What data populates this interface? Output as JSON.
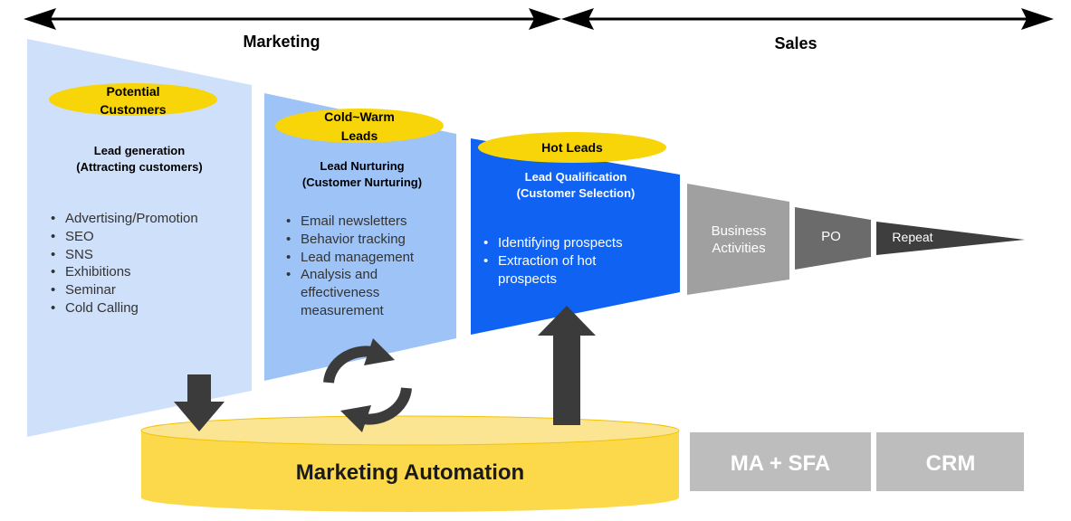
{
  "header": {
    "marketing_label": "Marketing",
    "sales_label": "Sales"
  },
  "stages": {
    "potential": {
      "oval_line1": "Potential",
      "oval_line2": "Customers",
      "title_line1": "Lead generation",
      "title_line2": "(Attracting customers)",
      "items": [
        "Advertising/Promotion",
        "SEO",
        "SNS",
        "Exhibitions",
        "Seminar",
        "Cold Calling"
      ]
    },
    "nurturing": {
      "oval_line1": "Cold~Warm",
      "oval_line2": "Leads",
      "title_line1": "Lead Nurturing",
      "title_line2": "(Customer Nurturing)",
      "items": [
        "Email newsletters",
        "Behavior tracking",
        "Lead management",
        "Analysis and",
        "effectiveness",
        "measurement"
      ]
    },
    "qualification": {
      "oval_label": "Hot Leads",
      "title_line1": "Lead Qualification",
      "title_line2": "(Customer Selection)",
      "items": [
        "Identifying prospects",
        "Extraction of hot",
        "prospects"
      ]
    },
    "business": {
      "line1": "Business",
      "line2": "Activities"
    },
    "po": {
      "label": "PO"
    },
    "repeat": {
      "label": "Repeat"
    }
  },
  "footer": {
    "automation_label": "Marketing Automation",
    "ma_sfa_label": "MA + SFA",
    "crm_label": "CRM"
  },
  "colors": {
    "stage1": "#cfe0fa",
    "stage2": "#9ec3f7",
    "stage3": "#0f62f2",
    "business": "#a0a0a0",
    "po": "#6b6b6b",
    "repeat": "#3e3e3e",
    "oval": "#f7d508",
    "cylinder": "#fcd94a",
    "gray_box": "#bdbdbd",
    "arrow_dark": "#3b3b3b"
  }
}
